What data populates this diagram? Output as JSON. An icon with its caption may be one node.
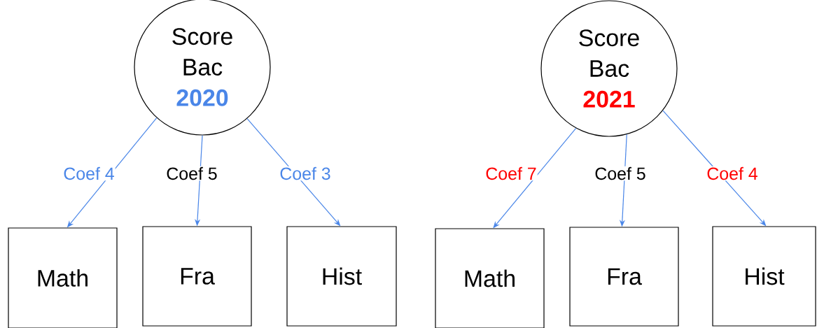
{
  "diagram": {
    "nodes": [
      {
        "text": [
          "Score Bac",
          "2020"
        ]
      },
      {
        "text": [
          "Math"
        ]
      },
      {
        "text": [
          "Fra"
        ]
      },
      {
        "text": [
          "Hist"
        ]
      },
      {
        "text": [
          "Score Bac",
          "2021"
        ]
      },
      {
        "text": [
          "Math"
        ]
      },
      {
        "text": [
          "Fra"
        ]
      },
      {
        "text": [
          "Hist"
        ]
      }
    ],
    "edges": [
      {
        "from": 0,
        "to": 1,
        "arrow": "to",
        "label": "Coef 4"
      },
      {
        "from": 0,
        "to": 2,
        "arrow": "to",
        "label": "Coef 5"
      },
      {
        "from": 0,
        "to": 3,
        "arrow": "to",
        "label": "Coef 3"
      },
      {
        "from": 4,
        "to": 5,
        "arrow": "to",
        "label": "Coef 7"
      },
      {
        "from": 4,
        "to": 6,
        "arrow": "to",
        "label": "Coef 5"
      },
      {
        "from": 4,
        "to": 7,
        "arrow": "to",
        "label": "Coef 4"
      }
    ]
  }
}
